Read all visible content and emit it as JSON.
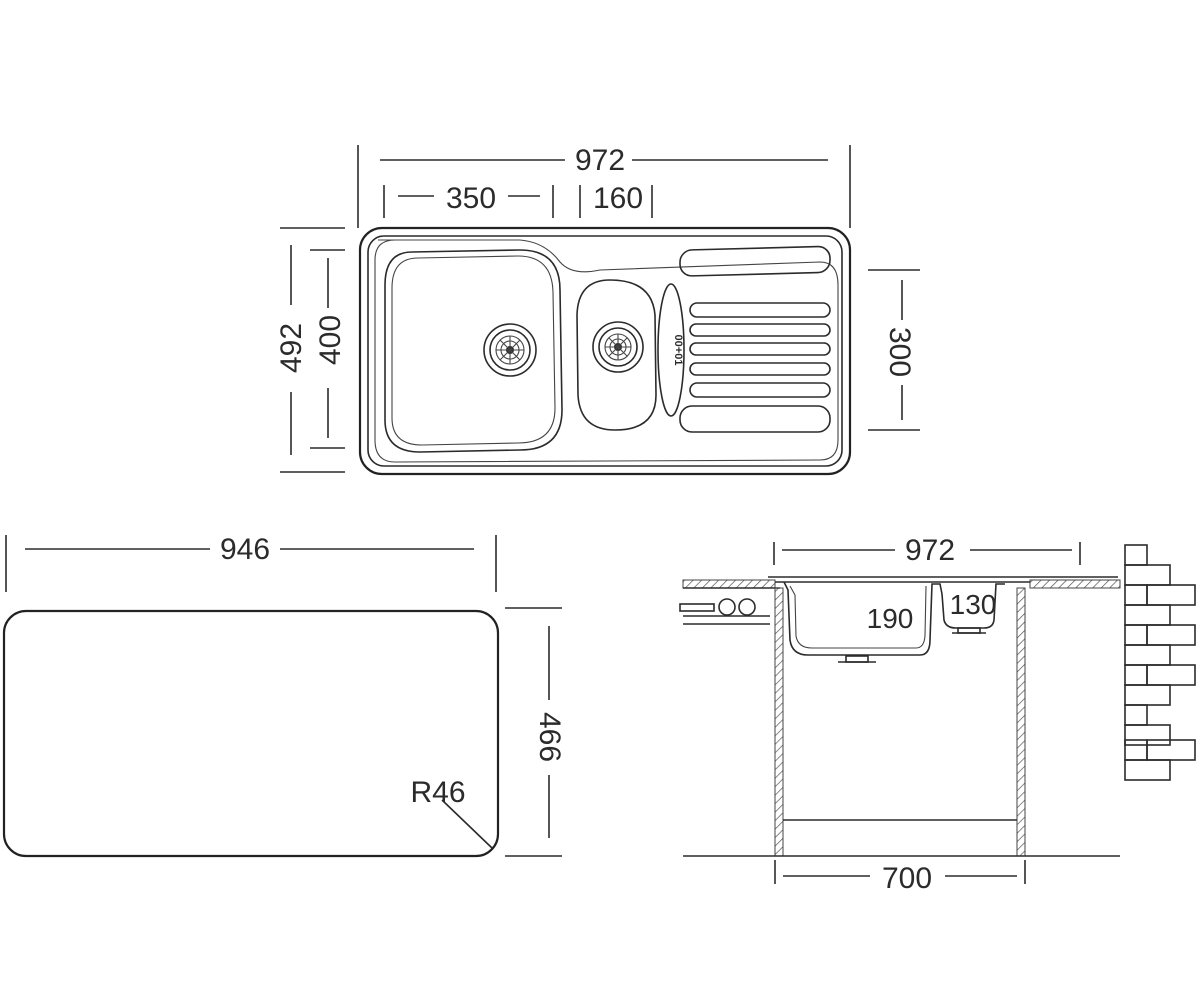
{
  "top_view": {
    "overall_width": "972",
    "bowl_width": "350",
    "small_bowl_width": "160",
    "overall_depth": "492",
    "bowl_depth": "400",
    "drainer_depth": "300",
    "overflow_label": "00+01"
  },
  "cutout_view": {
    "width": "946",
    "depth": "466",
    "radius": "R46"
  },
  "section_view": {
    "top_width": "972",
    "bowl_depth": "190",
    "small_bowl_depth": "130",
    "cabinet_width": "700"
  },
  "colors": {
    "line": "#2b2b2b",
    "hatch": "#555555",
    "background": "#ffffff"
  }
}
